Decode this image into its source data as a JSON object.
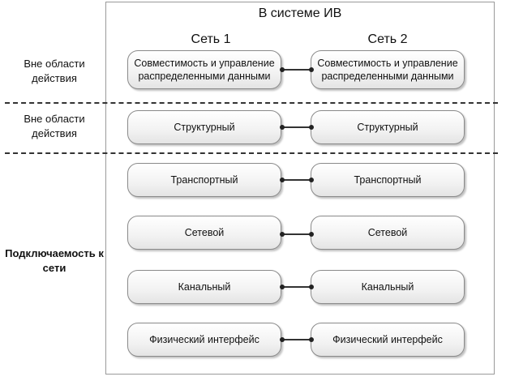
{
  "title": "В системе ИВ",
  "columns": [
    "Сеть 1",
    "Сеть 2"
  ],
  "row_labels": {
    "top": "Вне области действия",
    "middle": "Вне области действия",
    "bottom": "Подключаемость к сети"
  },
  "layers": [
    {
      "left": "Совместимость и управление распределенными данными",
      "right": "Совместимость и управление распределенными данными"
    },
    {
      "left": "Структурный",
      "right": "Структурный"
    },
    {
      "left": "Транспортный",
      "right": "Транспортный"
    },
    {
      "left": "Сетевой",
      "right": "Сетевой"
    },
    {
      "left": "Канальный",
      "right": "Канальный"
    },
    {
      "left": "Физический интерфейс",
      "right": "Физический интерфейс"
    }
  ]
}
